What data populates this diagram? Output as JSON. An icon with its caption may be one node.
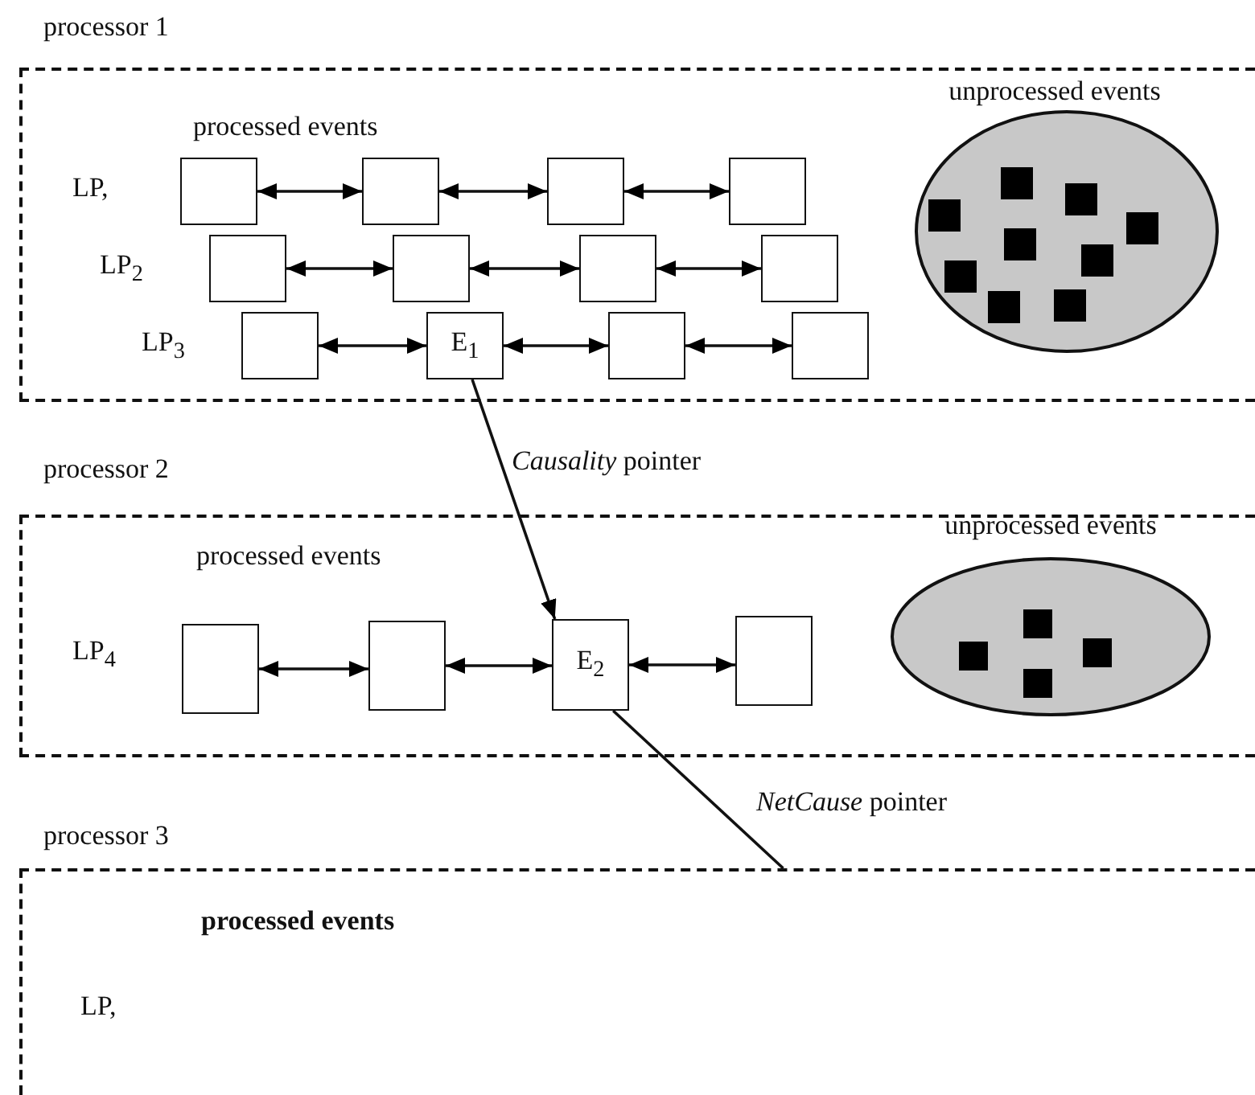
{
  "diagram": {
    "nodes": [
      {
        "text": [
          "processor 1"
        ]
      },
      {
        "text": [],
        "shape": "box",
        "in": 0
      },
      {
        "text": [],
        "shape": "box",
        "in": 0
      },
      {
        "text": [],
        "shape": "box",
        "in": 0
      },
      {
        "text": [],
        "shape": "box",
        "in": 0
      },
      {
        "text": [],
        "shape": "box",
        "in": 0
      },
      {
        "text": [],
        "shape": "box",
        "in": 0
      },
      {
        "text": [],
        "shape": "box",
        "in": 0
      },
      {
        "text": [],
        "shape": "box",
        "in": 0
      },
      {
        "text": [],
        "shape": "box",
        "in": 0
      },
      {
        "text": [
          "E$_{1}$"
        ],
        "in": 0
      },
      {
        "text": [],
        "shape": "box",
        "in": 0
      },
      {
        "text": [],
        "shape": "box",
        "in": 0
      },
      {
        "text": [
          "unprocessed events"
        ],
        "in": 0
      },
      {
        "text": [],
        "shape": "box",
        "in": 13
      },
      {
        "text": [],
        "shape": "box",
        "in": 13
      },
      {
        "text": [],
        "shape": "box",
        "in": 13
      },
      {
        "text": [],
        "shape": "box",
        "in": 13
      },
      {
        "text": [],
        "shape": "box",
        "in": 13
      },
      {
        "text": [],
        "shape": "box",
        "in": 13
      },
      {
        "text": [],
        "shape": "box",
        "in": 13
      },
      {
        "text": [],
        "shape": "box",
        "in": 13
      },
      {
        "text": [],
        "shape": "box",
        "in": 13
      },
      {
        "text": [
          "processor 2"
        ]
      },
      {
        "text": [],
        "shape": "box",
        "in": 23
      },
      {
        "text": [],
        "shape": "box",
        "in": 23
      },
      {
        "text": [
          "E$_{2}$"
        ],
        "in": 23
      },
      {
        "text": [],
        "shape": "box",
        "in": 23
      },
      {
        "text": [
          "unprocessed events"
        ],
        "in": 23
      },
      {
        "text": [],
        "shape": "box",
        "in": 28
      },
      {
        "text": [],
        "shape": "box",
        "in": 28
      },
      {
        "text": [],
        "shape": "box",
        "in": 28
      },
      {
        "text": [],
        "shape": "box",
        "in": 28
      },
      {
        "text": [
          "processor 3"
        ]
      }
    ],
    "edges": [
      {
        "from": 1,
        "to": 2,
        "arrow": "both"
      },
      {
        "from": 2,
        "to": 3,
        "arrow": "both"
      },
      {
        "from": 3,
        "to": 4,
        "arrow": "both"
      },
      {
        "from": 5,
        "to": 6,
        "arrow": "both"
      },
      {
        "from": 6,
        "to": 7,
        "arrow": "both"
      },
      {
        "from": 7,
        "to": 8,
        "arrow": "both"
      },
      {
        "from": 9,
        "to": 10,
        "arrow": "both"
      },
      {
        "from": 10,
        "to": 11,
        "arrow": "both"
      },
      {
        "from": 11,
        "to": 12,
        "arrow": "both"
      },
      {
        "from": 24,
        "to": 25,
        "arrow": "both"
      },
      {
        "from": 25,
        "to": 26,
        "arrow": "both"
      },
      {
        "from": 26,
        "to": 27,
        "arrow": "both"
      },
      {
        "from": 10,
        "to": 26,
        "arrow": "to",
        "label": "*Causality* pointer"
      },
      {
        "from": 26,
        "to": 33,
        "arrow": "none",
        "label": "*NetCause* pointer"
      }
    ],
    "labels": [
      "processed events",
      "LP,",
      "LP$_{2}$",
      "LP$_{3}$",
      "processed events",
      "LP$_{4}$",
      "processed events",
      "LP,"
    ]
  }
}
